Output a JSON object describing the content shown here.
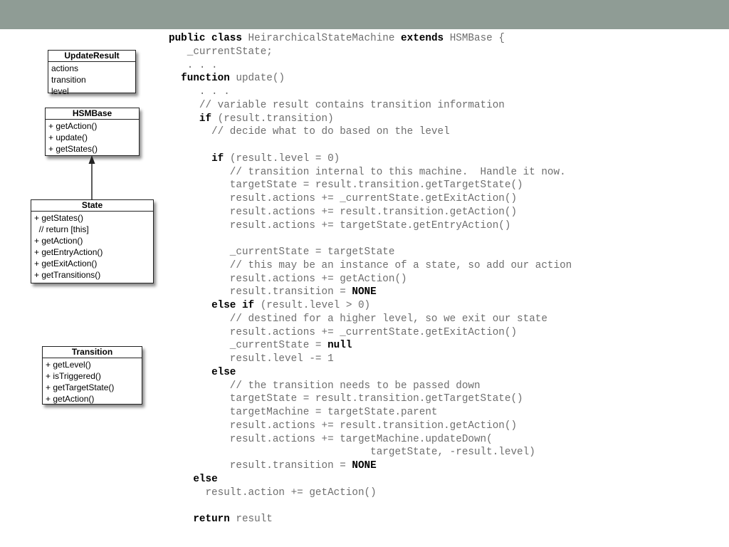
{
  "slide": {
    "colors": {
      "top_bar": "#8f9c95",
      "code_text": "#6e6e6e",
      "keyword": "#000000"
    }
  },
  "uml": {
    "update_result": {
      "title": "UpdateResult",
      "items": [
        "actions",
        "transition",
        "level"
      ]
    },
    "hsm_base": {
      "title": "HSMBase",
      "items": [
        "+ getAction()",
        "+ update()",
        "+ getStates()"
      ]
    },
    "state": {
      "title": "State",
      "items": [
        "+ getStates()",
        "  // return [this]",
        "+ getAction()",
        "+ getEntryAction()",
        "+ getExitAction()",
        "+ getTransitions()"
      ]
    },
    "transition": {
      "title": "Transition",
      "items": [
        "+ getLevel()",
        "+ isTriggered()",
        "+ getTargetState()",
        "+ getAction()"
      ]
    }
  },
  "code": {
    "lines": [
      [
        {
          "t": "public class",
          "k": true
        },
        {
          "t": " HeirarchicalStateMachine "
        },
        {
          "t": "extends",
          "k": true
        },
        {
          "t": " HSMBase {"
        }
      ],
      [
        {
          "t": "   _currentState;"
        }
      ],
      [
        {
          "t": "   . . ."
        }
      ],
      [
        {
          "t": "  "
        },
        {
          "t": "function",
          "k": true
        },
        {
          "t": " update()"
        }
      ],
      [
        {
          "t": "     . . ."
        }
      ],
      [
        {
          "t": "     // variable result contains transition information"
        }
      ],
      [
        {
          "t": "     "
        },
        {
          "t": "if",
          "k": true
        },
        {
          "t": " (result.transition)"
        }
      ],
      [
        {
          "t": "       // decide what to do based on the level"
        }
      ],
      [
        {
          "t": ""
        }
      ],
      [
        {
          "t": "       "
        },
        {
          "t": "if",
          "k": true
        },
        {
          "t": " (result.level = 0)"
        }
      ],
      [
        {
          "t": "          // transition internal to this machine.  Handle it now."
        }
      ],
      [
        {
          "t": "          targetState = result.transition.getTargetState()"
        }
      ],
      [
        {
          "t": "          result.actions += _currentState.getExitAction()"
        }
      ],
      [
        {
          "t": "          result.actions += result.transition.getAction()"
        }
      ],
      [
        {
          "t": "          result.actions += targetState.getEntryAction()"
        }
      ],
      [
        {
          "t": ""
        }
      ],
      [
        {
          "t": "          _currentState = targetState"
        }
      ],
      [
        {
          "t": "          // this may be an instance of a state, so add our action"
        }
      ],
      [
        {
          "t": "          result.actions += getAction()"
        }
      ],
      [
        {
          "t": "          result.transition = "
        },
        {
          "t": "NONE",
          "k": true
        }
      ],
      [
        {
          "t": "       "
        },
        {
          "t": "else if",
          "k": true
        },
        {
          "t": " (result.level > 0)"
        }
      ],
      [
        {
          "t": "          // destined for a higher level, so we exit our state"
        }
      ],
      [
        {
          "t": "          result.actions += _currentState.getExitAction()"
        }
      ],
      [
        {
          "t": "          _currentState = "
        },
        {
          "t": "null",
          "k": true
        }
      ],
      [
        {
          "t": "          result.level -= 1"
        }
      ],
      [
        {
          "t": "       "
        },
        {
          "t": "else",
          "k": true
        }
      ],
      [
        {
          "t": "          // the transition needs to be passed down"
        }
      ],
      [
        {
          "t": "          targetState = result.transition.getTargetState()"
        }
      ],
      [
        {
          "t": "          targetMachine = targetState.parent"
        }
      ],
      [
        {
          "t": "          result.actions += result.transition.getAction()"
        }
      ],
      [
        {
          "t": "          result.actions += targetMachine.updateDown("
        }
      ],
      [
        {
          "t": "                                 targetState, -result.level)"
        }
      ],
      [
        {
          "t": "          result.transition = "
        },
        {
          "t": "NONE",
          "k": true
        }
      ],
      [
        {
          "t": "    "
        },
        {
          "t": "else",
          "k": true
        }
      ],
      [
        {
          "t": "      result.action += getAction()"
        }
      ],
      [
        {
          "t": ""
        }
      ],
      [
        {
          "t": "    "
        },
        {
          "t": "return",
          "k": true
        },
        {
          "t": " result"
        }
      ]
    ]
  }
}
